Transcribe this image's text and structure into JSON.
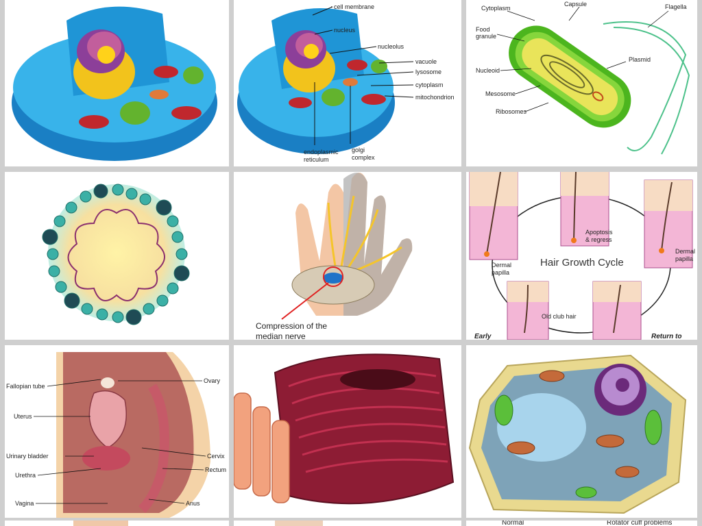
{
  "animal_cell": {
    "labels": {
      "cell_membrane": "cell membrane",
      "nucleus": "nucleus",
      "nucleolus": "nucleolus",
      "vacuole": "vacuole",
      "lysosome": "lysosome",
      "cytoplasm": "cytoplasm",
      "mitochondrion": "mitochondrion",
      "er_line1": "endoplasmic",
      "er_line2": "reticulum",
      "golgi_line1": "golgi",
      "golgi_line2": "complex"
    }
  },
  "bacteria": {
    "labels": {
      "cytoplasm": "Cytoplasm",
      "capsule": "Capsule",
      "flagella": "Flagella",
      "food_line1": "Food",
      "food_line2": "granule",
      "plasmid": "Plasmid",
      "nucleoid": "Nucleoid",
      "mesosome": "Mesosome",
      "ribosomes": "Ribosomes"
    }
  },
  "hand": {
    "caption_line1": "Compression of the",
    "caption_line2": "median nerve"
  },
  "hair_cycle": {
    "title": "Hair Growth Cycle",
    "apoptosis_line1": "Apoptosis",
    "apoptosis_line2": "& regress",
    "dermal_left_line1": "Dermal",
    "dermal_left_line2": "papilla",
    "dermal_right_line1": "Dermal",
    "dermal_right_line2": "papilla",
    "old_club_hair": "Old club hair",
    "early": "Early",
    "return_to": "Return to"
  },
  "female_anatomy": {
    "labels": {
      "fallopian_tube": "Fallopian tube",
      "ovary": "Ovary",
      "uterus": "Uterus",
      "urinary_bladder": "Urinary bladder",
      "cervix": "Cervix",
      "urethra": "Urethra",
      "rectum": "Rectum",
      "vagina": "Vagina",
      "anus": "Anus"
    }
  },
  "bottom_strip": {
    "normal": "Normal",
    "rotator": "Rotator cuff problems"
  },
  "colors": {
    "grid_bg": "#cfcfcf",
    "tile_bg": "#ffffff",
    "cell_blue": "#2aa7e0",
    "bacteria_green": "#5ec424",
    "golgi_red": "#8d1c34",
    "plant_wall": "#e9d98f"
  }
}
